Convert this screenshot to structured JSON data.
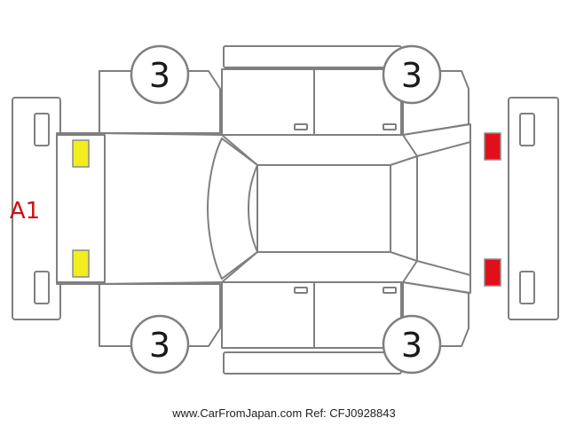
{
  "diagram": {
    "wheel_grades": {
      "front_left": "3",
      "front_right": "3",
      "rear_left": "3",
      "rear_right": "3"
    },
    "damage": {
      "code": "A1",
      "location": "front bumper",
      "color": "#d01010"
    },
    "markers": {
      "headlights": {
        "color": "#f2ee1d"
      },
      "taillights": {
        "color": "#e0101a"
      }
    }
  },
  "footer": {
    "site": "www.CarFromJapan.com",
    "ref": "Ref: CFJ0928843"
  }
}
